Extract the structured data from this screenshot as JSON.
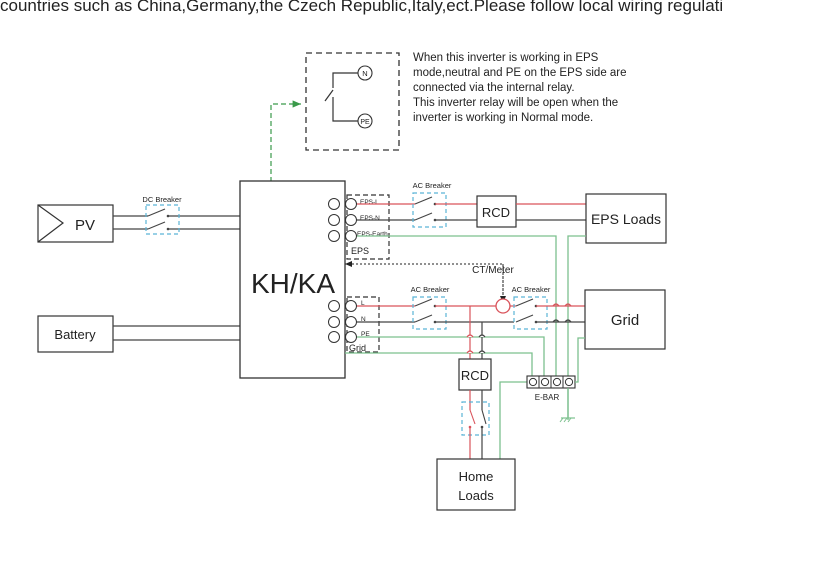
{
  "header_text": "countries such as China,Germany,the Czech Republic,Italy,ect.Please follow local wiring regulati",
  "note": {
    "lines": [
      "When this inverter is working in EPS",
      "mode,neutral and PE on the EPS side are",
      "connected via the internal relay.",
      "This inverter relay will be open when the",
      "inverter is working in Normal mode."
    ]
  },
  "relay_inset": {
    "terminal_n": "N",
    "terminal_pe": "PE"
  },
  "inverter": {
    "label": "KH/KA"
  },
  "pv": {
    "label": "PV"
  },
  "battery": {
    "label": "Battery"
  },
  "dc_breaker": {
    "label": "DC Breaker"
  },
  "eps_port": {
    "group_label": "EPS",
    "terminals": [
      "EPS-L",
      "EPS-N",
      "EPS-Earth"
    ]
  },
  "grid_port": {
    "group_label": "Grid",
    "terminals": [
      "L",
      "N",
      "PE"
    ]
  },
  "eps_ac_breaker": {
    "label": "AC Breaker"
  },
  "eps_rcd": {
    "label": "RCD"
  },
  "eps_loads": {
    "label": "EPS Loads"
  },
  "ct_meter": {
    "label": "CT/Meter"
  },
  "grid_ac_breaker_1": {
    "label": "AC Breaker"
  },
  "grid_ac_breaker_2": {
    "label": "AC Breaker"
  },
  "grid": {
    "label": "Grid"
  },
  "home_rcd": {
    "label": "RCD"
  },
  "home_loads": {
    "line1": "Home",
    "line2": "Loads"
  },
  "ebar": {
    "label": "E-BAR"
  },
  "colors": {
    "line_live": "#d9535b",
    "line_neutral": "#444444",
    "line_earth": "#7cc08e",
    "breaker_box": "#5ab4d6",
    "relay_arrow": "#3a9a4a"
  }
}
